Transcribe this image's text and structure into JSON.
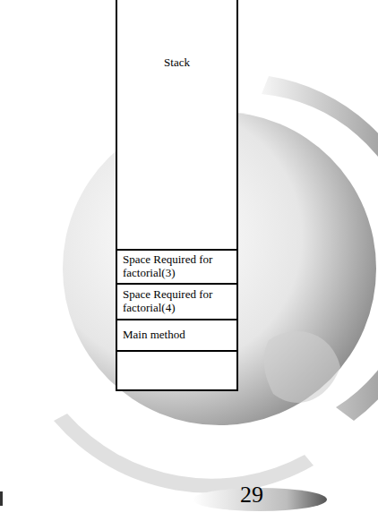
{
  "diagram": {
    "nodes": [
      {
        "text": [
          "Stack"
        ]
      },
      {
        "text": [
          "Space Required for factorial(3)"
        ],
        "in": 0
      },
      {
        "text": [
          "Space Required for factorial(4)"
        ],
        "in": 0
      },
      {
        "text": [
          "Main method"
        ],
        "in": 0
      }
    ],
    "labels": [
      "29"
    ]
  }
}
